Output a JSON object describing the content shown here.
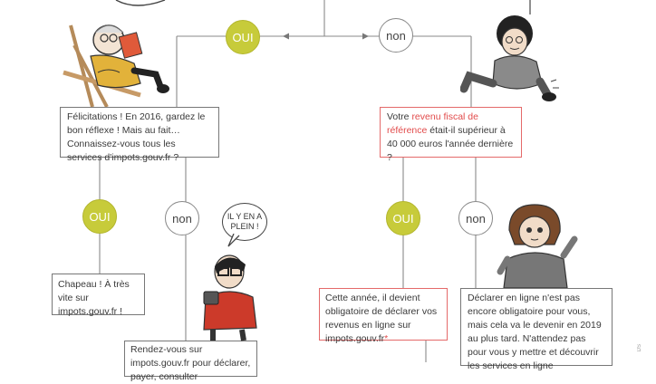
{
  "flowchart": {
    "decision_labels": {
      "yes": "OUI",
      "no": "non"
    },
    "nodes": {
      "congrats": "Félicitations ! En 2016, gardez le bon réflexe ! Mais au fait… Connaissez-vous tous les services d'impots.gouv.fr ?",
      "income_question_prefix": "Votre ",
      "income_question_highlight": "revenu fiscal de référence",
      "income_question_suffix": " était-il supérieur à 40 000 euros l'année dernière ?",
      "chapeau": "Chapeau ! À très vite sur impots.gouv.fr !",
      "rendez_vous": "Rendez-vous sur impots.gouv.fr pour déclarer, payer, consulter",
      "obligatoire_text": "Cette année, il devient obligatoire de déclarer vos revenus en ligne sur impots.gouv.fr",
      "obligatoire_asterisk": "*",
      "pas_encore": "Déclarer en ligne n'est pas encore obligatoire pour vous, mais cela va le devenir en 2019 au plus tard. N'attendez pas pour vous y mettre et découvrir les services en ligne"
    },
    "speech_bubble": "IL Y EN A PLEIN !",
    "side_note": "DS"
  },
  "colors": {
    "accent_green": "#c7cb3a",
    "highlight_red": "#e24b4b",
    "line_gray": "#777777"
  },
  "illustrations": [
    "grandmother-reading-in-deckchair",
    "curly-haired-man-leaning-back",
    "man-with-glasses-typing-on-phone",
    "woman-with-bob-haircut"
  ]
}
